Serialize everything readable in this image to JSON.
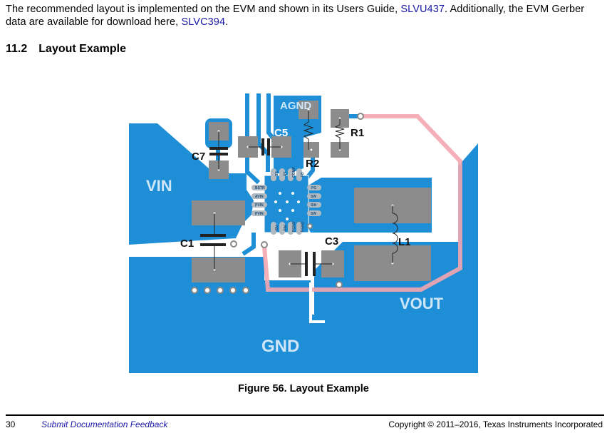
{
  "intro": {
    "part1": "The recommended layout is implemented on the EVM and shown in its Users Guide, ",
    "link1": "SLVU437",
    "part2": ". Additionally, the EVM Gerber data are available for download here, ",
    "link2": "SLVC394",
    "part3": "."
  },
  "section": {
    "number": "11.2",
    "title": "Layout Example"
  },
  "figure": {
    "labels": {
      "agnd": "AGND",
      "vin": "VIN",
      "vout": "VOUT",
      "gnd": "GND",
      "c1": "C1",
      "c3": "C3",
      "c5": "C5",
      "c7": "C7",
      "r1": "R1",
      "r2": "R2",
      "l1": "L1"
    },
    "pins": {
      "bsts": "BSTR",
      "avin": "AVIN",
      "pvin1": "PVIN",
      "pvin2": "PVIN",
      "pg": "PG",
      "sw1": "SW",
      "sw2": "SW",
      "sw3": "SW",
      "top1": "SS",
      "top2": "RT",
      "top3": "COMP",
      "top4": "FB",
      "bot1": "EN",
      "bot2": "VIN",
      "bot3": "PGND",
      "bot4": "PGND"
    },
    "colors": {
      "copper": "#1e8fd6",
      "pad": "#8c8c8c",
      "trace_pink": "#f4a6b0",
      "board": "#ffffff"
    }
  },
  "caption": "Figure 56.  Layout Example",
  "footer": {
    "page": "30",
    "feedback": "Submit Documentation Feedback",
    "copyright": "Copyright © 2011–2016, Texas Instruments Incorporated"
  }
}
